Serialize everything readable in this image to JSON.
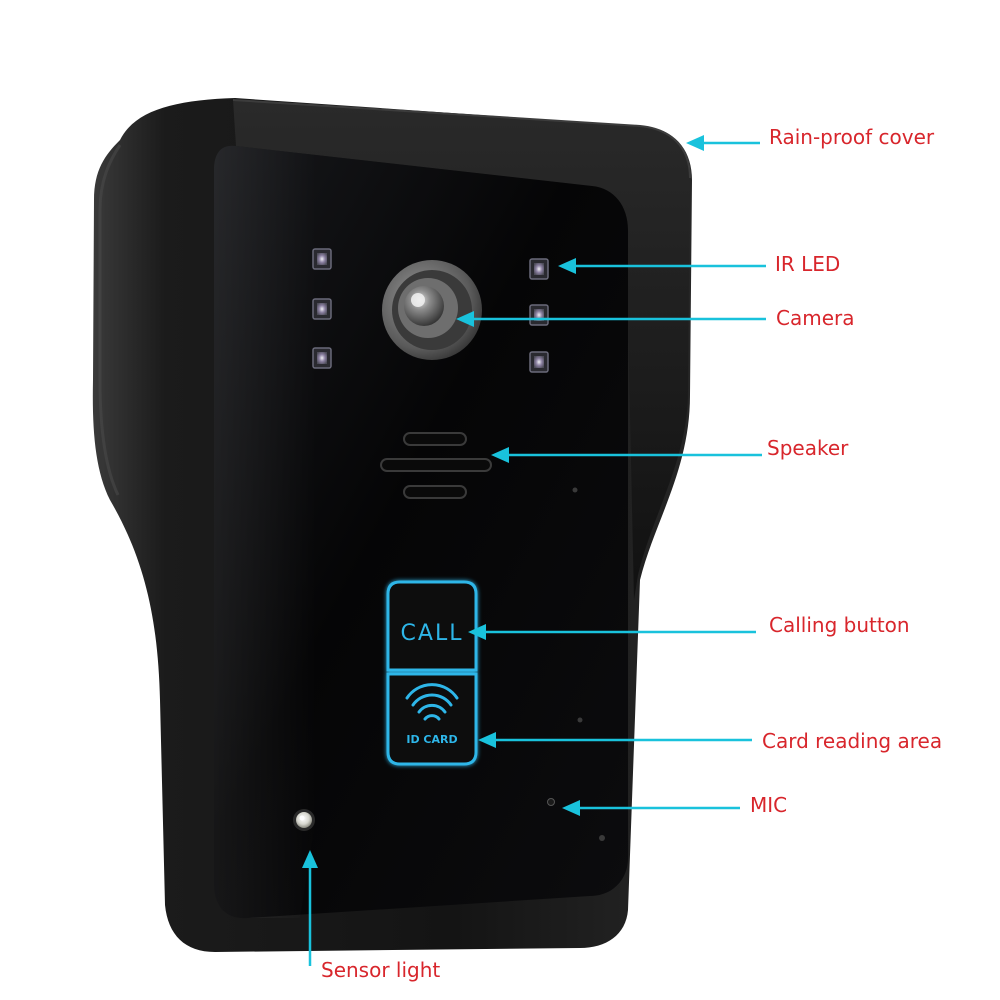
{
  "device": {
    "call_label": "CALL",
    "card_label": "ID CARD"
  },
  "callouts": {
    "rain_proof_cover": "Rain-proof cover",
    "ir_led": "IR LED",
    "camera": "Camera",
    "speaker": "Speaker",
    "calling_button": "Calling button",
    "card_reading_area": "Card reading area",
    "mic": "MIC",
    "sensor_light": "Sensor light"
  },
  "colors": {
    "label": "#d8262c",
    "arrow": "#19c2dc",
    "button_glow": "#2fb6e8",
    "housing": "#171717",
    "panel": "#050506"
  }
}
